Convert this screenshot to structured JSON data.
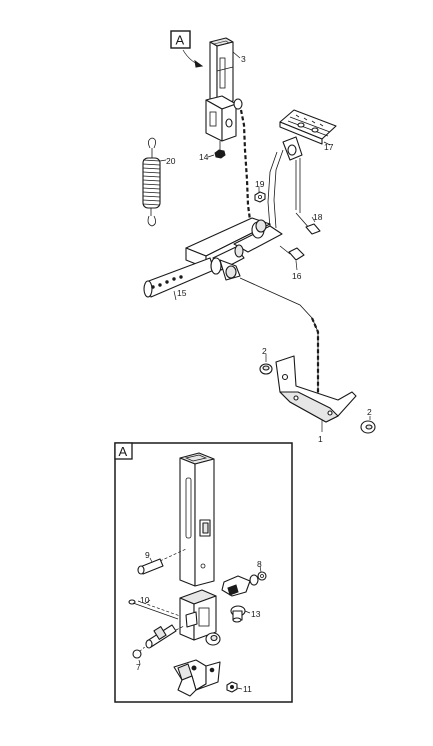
{
  "view_label_top": "A",
  "detail_box_label": "A",
  "callouts": {
    "c1": "1",
    "c2a": "2",
    "c2b": "2",
    "c3": "3",
    "c7": "7",
    "c8": "8",
    "c9": "9",
    "c10": "10",
    "c11": "11",
    "c13": "13",
    "c14": "14",
    "c15": "15",
    "c16": "16",
    "c17": "17",
    "c18": "18",
    "c19": "19",
    "c20": "20"
  }
}
